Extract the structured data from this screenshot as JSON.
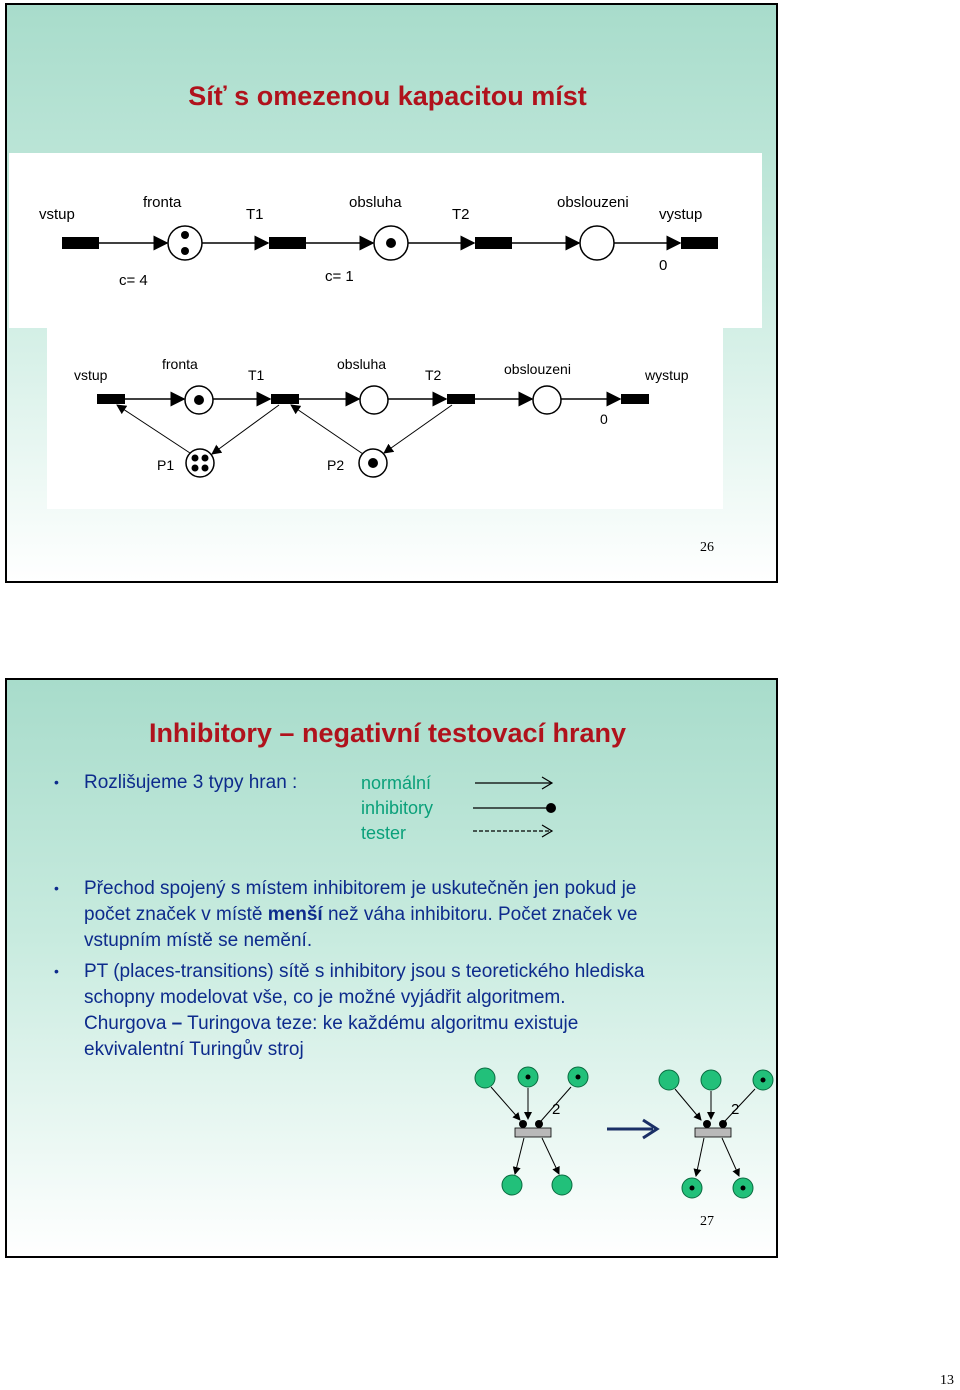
{
  "slide1": {
    "title": "Síť s omezenou kapacitou míst",
    "number": "26",
    "net1": {
      "labels": {
        "vstup": "vstup",
        "fronta": "fronta",
        "T1": "T1",
        "obsluha": "obsluha",
        "T2": "T2",
        "obslouzeni": "obslouzeni",
        "vystup": "vystup"
      },
      "capacity_fronta": "c= 4",
      "capacity_obsluha": "c= 1",
      "zero": "0"
    },
    "net2": {
      "labels": {
        "vstup": "vstup",
        "fronta": "fronta",
        "T1": "T1",
        "obsluha": "obsluha",
        "T2": "T2",
        "obslouzeni": "obslouzeni",
        "wystup": "wystup",
        "P1": "P1",
        "P2": "P2"
      },
      "zero": "0"
    }
  },
  "slide2": {
    "title": "Inhibitory – negativní testovací hrany",
    "number": "27",
    "intro": "Rozlišujeme 3 typy hran :",
    "arc_types": [
      "normální",
      "inhibitory",
      "tester"
    ],
    "bullet1": {
      "line1": "Přechod spojený s místem inhibitorem je uskutečněn jen pokud je",
      "line2_a": "počet značek v místě ",
      "line2_bold": "menší",
      "line2_b": " než váha inhibitoru. Počet značek ve",
      "line3": "vstupním místě se nemění."
    },
    "bullet2": {
      "line1": "PT (places-transitions) sítě s inhibitory jsou s teoretického hlediska",
      "line2": "schopny modelovat vše, co je možné vyjádřit algoritmem.",
      "line3_a": "Churgova ",
      "line3_dash": "–",
      "line3_b": " Turingova teze: ke každému algoritmu existuje",
      "line4": "ekvivalentní Turingův stroj"
    },
    "weight_label": "2"
  },
  "page_number": "13",
  "colors": {
    "title": "#b0121c",
    "body_text": "#0d2b8c",
    "arc_type_text": "#0aa07a",
    "place_fill": "#22c07a"
  }
}
